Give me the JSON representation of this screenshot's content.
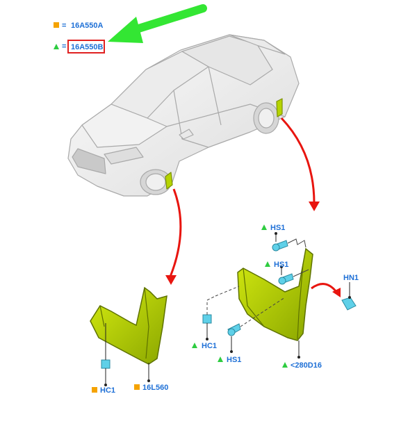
{
  "legend": {
    "entries": [
      {
        "symbol": "square-icon",
        "equals": "=",
        "code": "16A550A"
      },
      {
        "symbol": "triangle-icon",
        "equals": "=",
        "code": "16A550B",
        "highlighted": true
      }
    ]
  },
  "parts": {
    "front_left": {
      "clip_label": "HC1",
      "clip_symbol": "square-icon",
      "flap_label": "16L560",
      "flap_symbol": "square-icon"
    },
    "rear_right": {
      "screw_top_label": "HS1",
      "screw_mid_label": "HS1",
      "nut_label": "HN1",
      "clip_label": "HC1",
      "screw_bottom_label": "HS1",
      "flap_label": "<280D16",
      "symbol": "triangle-icon"
    }
  },
  "colors": {
    "label_text": "#1d6fd6",
    "square_marker": "#f5a300",
    "triangle_marker": "#2ecc40",
    "highlight_box": "#e02020",
    "pointer_arrow": "#33e633",
    "callout_arrow": "#e8150f",
    "flap_fill": "#b6d400",
    "fastener": "#5fd0e8"
  }
}
